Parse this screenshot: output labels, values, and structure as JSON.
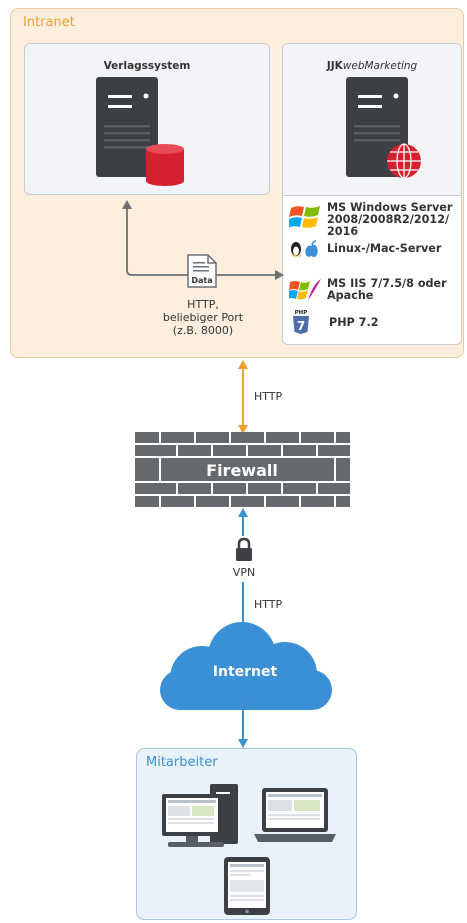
{
  "groups": {
    "intranet": "Intranet",
    "mitarbeiter": "Mitarbeiter"
  },
  "servers": {
    "verlagssystem": "Verlagssystem",
    "jjk_prefix": "JJK",
    "jjk_suffix": "webMarketing"
  },
  "connection": {
    "data_icon_label": "Data",
    "protocol": "HTTP,",
    "port": "beliebiger Port",
    "example": "(z.B. 8000)"
  },
  "tech": {
    "windows_line1": "MS Windows Server",
    "windows_line2": "2008/2008R2/2012/",
    "windows_line3": "2016",
    "linux": "Linux-/Mac-Server",
    "iis_line1": "MS IIS 7/7.5/8 oder",
    "iis_line2": "Apache",
    "php": "PHP 7.2",
    "php_logo_label": "PHP",
    "php_logo_digit": "7"
  },
  "links": {
    "http_top": "HTTP",
    "firewall": "Firewall",
    "vpn": "VPN",
    "http_bottom": "HTTP",
    "internet": "Internet"
  },
  "colors": {
    "intranet_title": "#f0a030",
    "mitarbeiter_title": "#3d8fd0",
    "orange_arrow": "#f0a030",
    "blue_arrow": "#3d8fd0",
    "firewall_wall": "#666a6e",
    "cloud": "#3b8fd4",
    "server_body": "#3c4044",
    "database": "#d5202f",
    "globe": "#d5202f"
  }
}
